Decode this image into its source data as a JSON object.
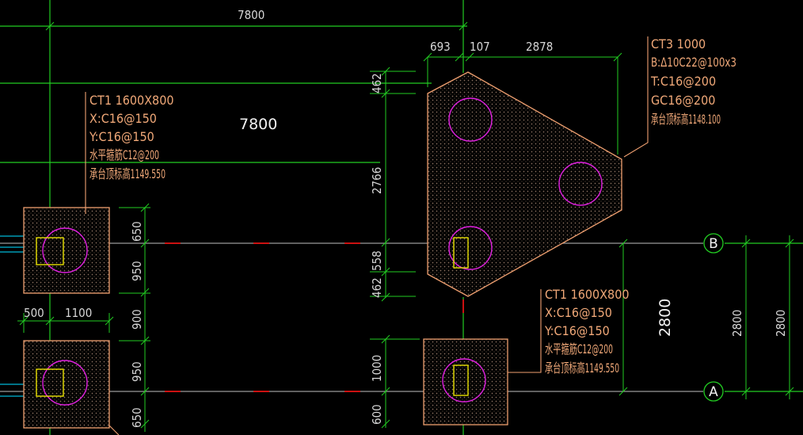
{
  "dimensions": {
    "top_span": "7800",
    "center_span": "7800",
    "ct3_w1": "693",
    "ct3_w2": "107",
    "ct3_w3": "2878",
    "ct3_h1": "462",
    "ct3_h2": "2766",
    "ct3_h3": "558",
    "ct3_h4": "462",
    "left_h1": "650",
    "left_h2": "950",
    "left_h3": "900",
    "left_h4": "950",
    "left_h5": "650",
    "left_w1": "500",
    "left_w2": "1100",
    "ct1b_h1": "1000",
    "ct1b_h2": "600",
    "span_ab_big": "2800",
    "span_ab_1": "2800",
    "span_ab_2": "2800"
  },
  "annotations": {
    "ct1_left": {
      "l1": "CT1  1600X800",
      "l2": "X:C16@150",
      "l3": "Y:C16@150",
      "l4": "水平箍筋C12@200",
      "l5": "承台顶标高1149.550"
    },
    "ct3": {
      "l1": "CT3  1000",
      "l2": "B:Δ10C22@100x3",
      "l3": "T:C16@200",
      "l4": "GC16@200",
      "l5": "承台顶标高1148.100"
    },
    "ct1_right": {
      "l1": "CT1  1600X800",
      "l2": "X:C16@150",
      "l3": "Y:C16@150",
      "l4": "水平箍筋C12@200",
      "l5": "承台顶标高1149.550"
    }
  },
  "axes": {
    "b": "B",
    "a": "A"
  },
  "colors": {
    "background": "#000000",
    "grid_green": "#22cc22",
    "cap_outline": "#f0a070",
    "pile_circle": "#e020e0",
    "column_yellow": "#e8e000",
    "axis_gray": "#9a9a9a",
    "marker_red": "#cc1111",
    "text_white": "#f2f2f2"
  }
}
